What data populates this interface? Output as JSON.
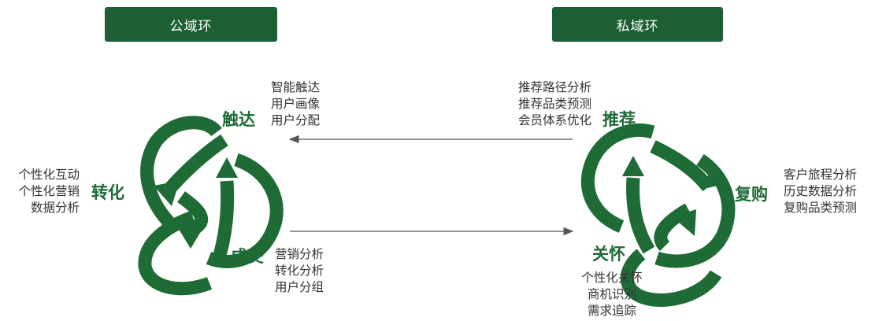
{
  "header": {
    "public_loop": "公域环",
    "private_loop": "私域环"
  },
  "public": {
    "reach": {
      "label": "触达",
      "items": [
        "智能触达",
        "用户画像",
        "用户分配"
      ]
    },
    "convert": {
      "label": "转化",
      "items": [
        "个性化互动",
        "个性化营销",
        "数据分析"
      ]
    },
    "deal": {
      "label": "成交",
      "items": [
        "营销分析",
        "转化分析",
        "用户分组"
      ]
    }
  },
  "private": {
    "recommend": {
      "label": "推荐",
      "items": [
        "推荐路径分析",
        "推荐品类预测",
        "会员体系优化"
      ]
    },
    "repurchase": {
      "label": "复购",
      "items": [
        "客户旅程分析",
        "历史数据分析",
        "复购品类预测"
      ]
    },
    "care": {
      "label": "关怀",
      "items": [
        "个性化关怀",
        "商机识别",
        "需求追踪"
      ]
    }
  },
  "colors": {
    "green": "#1f6b36",
    "header_bg": "#1c5f32",
    "connector": "#555555"
  }
}
